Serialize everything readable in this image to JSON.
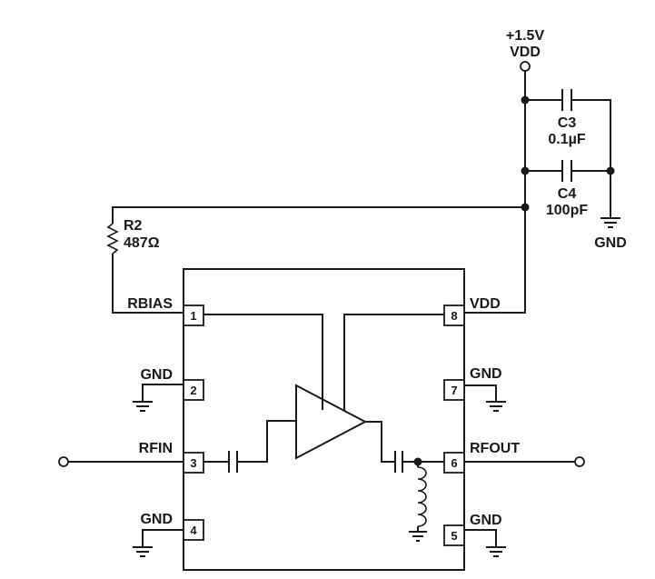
{
  "supply": {
    "voltage": "+1.5V",
    "net": "VDD"
  },
  "components": {
    "c3": {
      "ref": "C3",
      "value": "0.1µF"
    },
    "c4": {
      "ref": "C4",
      "value": "100pF"
    },
    "r2": {
      "ref": "R2",
      "value": "487Ω"
    }
  },
  "ground_label": "GND",
  "pins": [
    {
      "number": "1",
      "name": "RBIAS"
    },
    {
      "number": "2",
      "name": "GND"
    },
    {
      "number": "3",
      "name": "RFIN"
    },
    {
      "number": "4",
      "name": "GND"
    },
    {
      "number": "5",
      "name": "GND"
    },
    {
      "number": "6",
      "name": "RFOUT"
    },
    {
      "number": "7",
      "name": "GND"
    },
    {
      "number": "8",
      "name": "VDD"
    }
  ]
}
